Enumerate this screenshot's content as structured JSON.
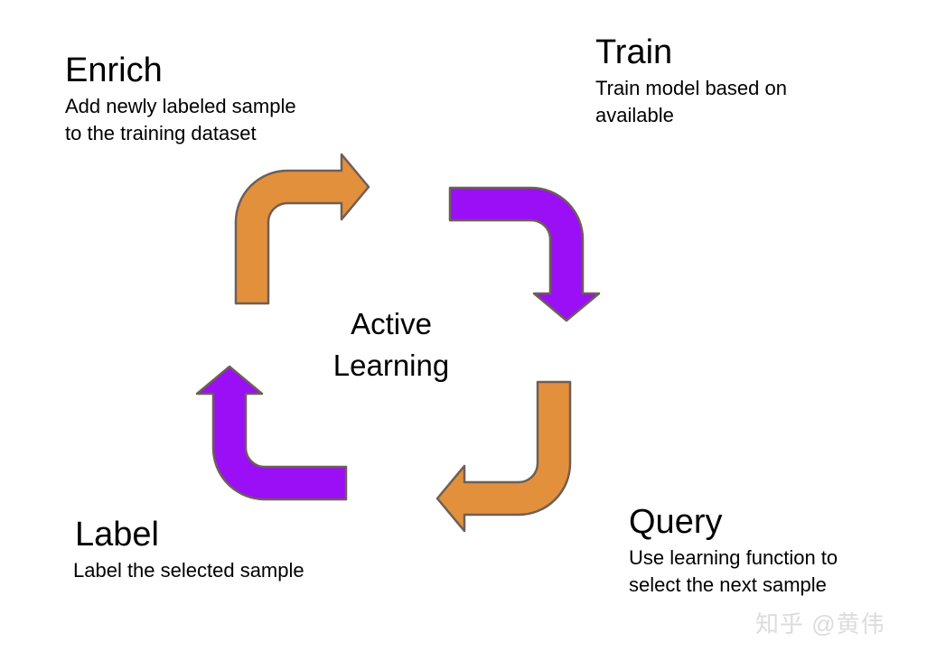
{
  "diagram": {
    "center": {
      "text": "Active\nLearning"
    },
    "stages": [
      {
        "id": "enrich",
        "heading": "Enrich",
        "description": "Add newly labeled sample\nto the training dataset"
      },
      {
        "id": "train",
        "heading": "Train",
        "description": "Train model based on\navailable"
      },
      {
        "id": "query",
        "heading": "Query",
        "description": "Use learning function to\nselect the next sample"
      },
      {
        "id": "label",
        "heading": "Label",
        "description": "Label the selected sample"
      }
    ],
    "arrows": [
      {
        "id": "enrich-arrow",
        "direction": "right",
        "color": "#E3903C"
      },
      {
        "id": "train-arrow",
        "direction": "down",
        "color": "#9A0FF5"
      },
      {
        "id": "query-arrow",
        "direction": "left",
        "color": "#E3903C"
      },
      {
        "id": "label-arrow",
        "direction": "up",
        "color": "#9A0FF5"
      }
    ]
  },
  "colors": {
    "orange": "#E3903C",
    "purple": "#9A0FF5",
    "stroke": "#6E5F55",
    "background": "#FFFFFF",
    "text": "#000000",
    "watermark": "#DCDCDC"
  },
  "watermark": {
    "text": "知乎 @黄伟"
  }
}
